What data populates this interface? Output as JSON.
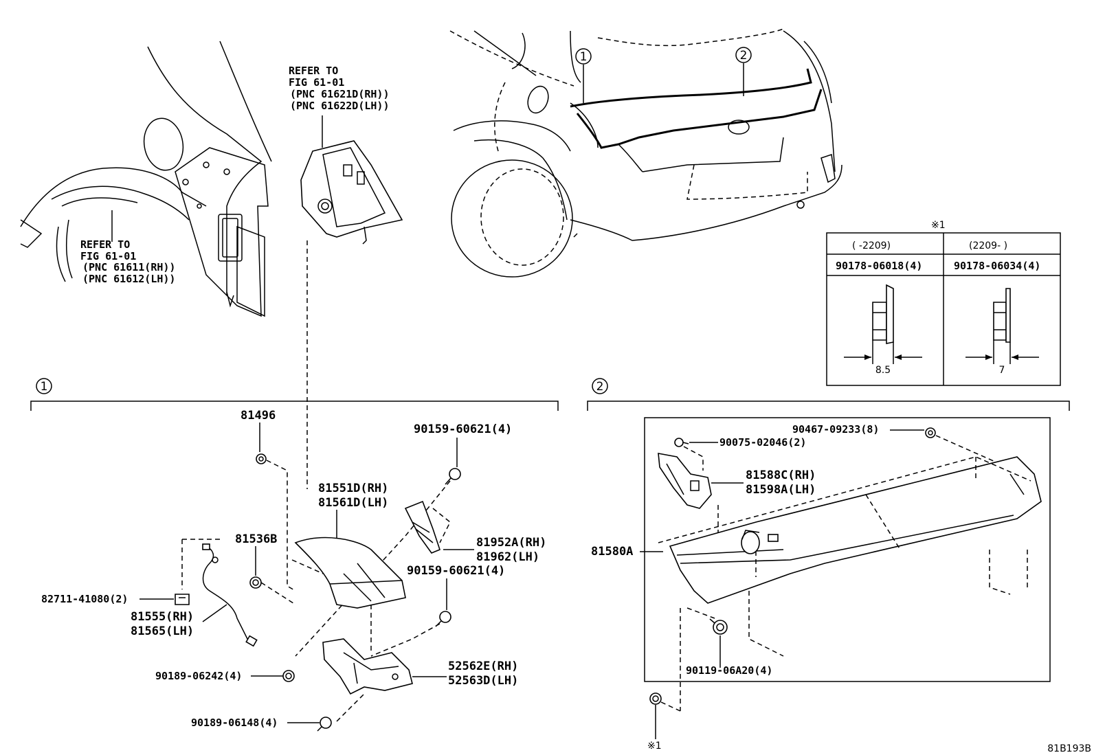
{
  "refs": {
    "ref_text": "REFER TO",
    "fig_text": "FIG 61-01",
    "upper_pnc_rh": "(PNC 61621D(RH))",
    "upper_pnc_lh": "(PNC 61622D(LH))",
    "lower_pnc_rh": "(PNC 61611(RH))",
    "lower_pnc_lh": "(PNC 61612(LH))"
  },
  "callouts": {
    "one": "1",
    "two": "2",
    "note_mark": "※1"
  },
  "table": {
    "header_left": "(      -2209)",
    "header_right": "(2209-      )",
    "part_left": "90178-06018(4)",
    "part_right": "90178-06034(4)",
    "dim_left": "8.5",
    "dim_right": "7"
  },
  "parts": {
    "p81496": "81496",
    "p90159_top": "90159-60621(4)",
    "p81551D": "81551D(RH)",
    "p81561D": "81561D(LH)",
    "p81536B": "81536B",
    "p81952A": "81952A(RH)",
    "p81962": "81962(LH)",
    "p90159_mid": "90159-60621(4)",
    "p82711": "82711-41080(2)",
    "p81555": "81555(RH)",
    "p81565": "81565(LH)",
    "p90189_a": "90189-06242(4)",
    "p52562E": "52562E(RH)",
    "p52563D": "52563D(LH)",
    "p90189_b": "90189-06148(4)",
    "p90467": "90467-09233(8)",
    "p90075": "90075-02046(2)",
    "p81588C": "81588C(RH)",
    "p81598A": "81598A(LH)",
    "p81580A": "81580A",
    "p90119": "90119-06A20(4)"
  },
  "footer": {
    "code": "81B193B"
  }
}
